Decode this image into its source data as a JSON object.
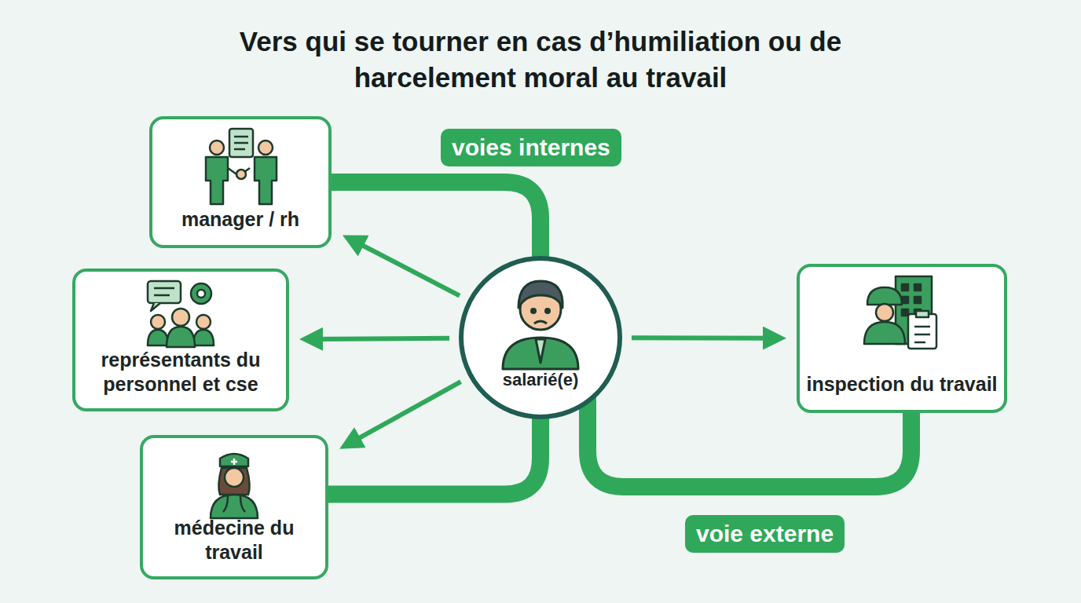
{
  "diagram": {
    "title": "Vers qui se tourner en cas d’humiliation ou de harcelement moral au travail",
    "nodes": [
      {
        "text": [
          "manager / rh"
        ]
      },
      {
        "text": [
          "représentants du personnel et cse"
        ]
      },
      {
        "text": [
          "médecine du travail"
        ]
      },
      {
        "text": [
          "salarié(e)"
        ]
      },
      {
        "text": [
          "inspection du travail"
        ]
      }
    ],
    "edges": [
      {
        "from": 3,
        "to": 0,
        "arrow": "to"
      },
      {
        "from": 3,
        "to": 1,
        "arrow": "to"
      },
      {
        "from": 3,
        "to": 2,
        "arrow": "to"
      },
      {
        "from": 3,
        "to": 4,
        "arrow": "to"
      },
      {
        "from": 3,
        "to": 0,
        "label": "voies internes",
        "arrow": "none"
      },
      {
        "from": 3,
        "to": 2,
        "arrow": "none"
      },
      {
        "from": 3,
        "to": 4,
        "label": "voie externe",
        "arrow": "none"
      }
    ]
  }
}
